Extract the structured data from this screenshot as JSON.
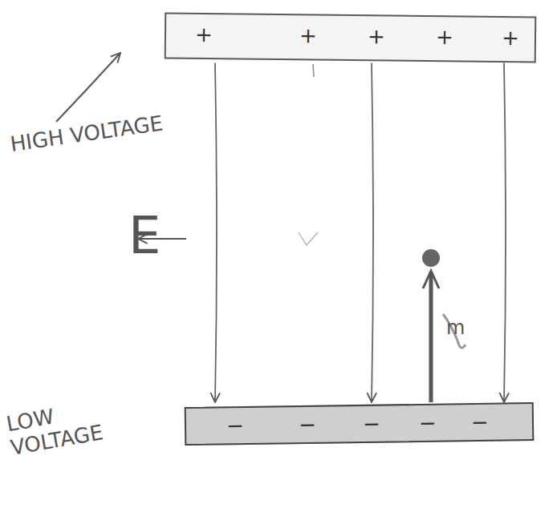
{
  "diagram": {
    "nodes": [
      {
        "text": [
          "+",
          "+",
          "+",
          "+",
          "+"
        ]
      },
      {
        "text": [
          "−",
          "−",
          "−",
          "−",
          "−"
        ]
      }
    ],
    "edges": [
      {
        "from": 0,
        "to": 1,
        "arrow": "to"
      },
      {
        "from": 0,
        "to": 1,
        "arrow": "to"
      },
      {
        "from": 0,
        "to": 1,
        "arrow": "to"
      }
    ],
    "labels": [
      "HIGH VOLTAGE",
      "LOW VOLTAGE",
      "E",
      "m"
    ]
  }
}
